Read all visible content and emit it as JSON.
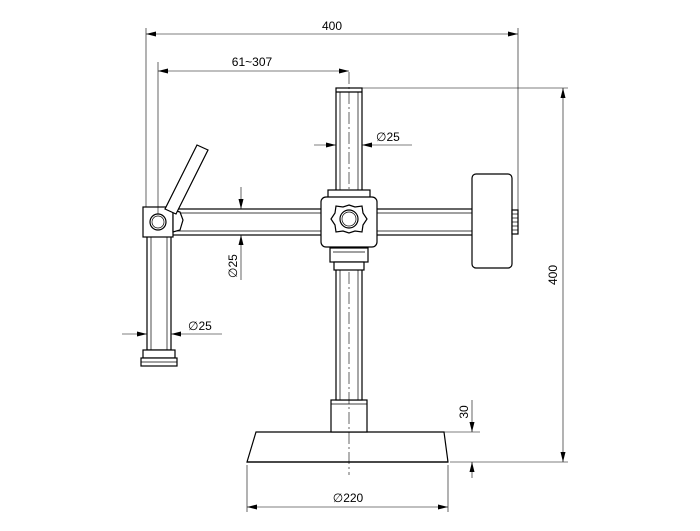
{
  "dimensions": {
    "overall_width": "400",
    "arm_range": "61~307",
    "pillar_diameter": "25",
    "arm_diameter": "25",
    "holder_diameter": "25",
    "overall_height": "400",
    "base_thickness": "30",
    "base_diameter": "220",
    "diameter_symbol": "∅"
  }
}
